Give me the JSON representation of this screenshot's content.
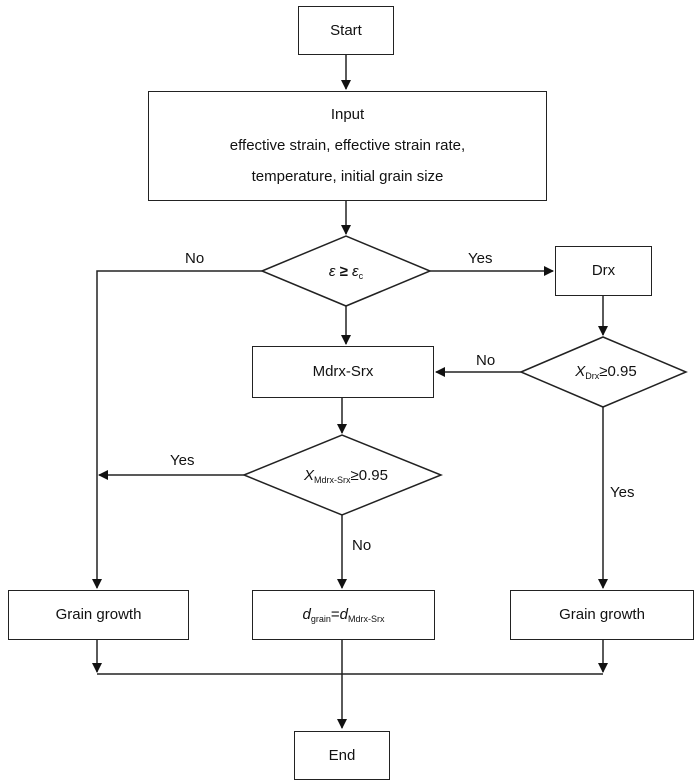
{
  "nodes": {
    "start": "Start",
    "input": {
      "title": "Input",
      "line1": "effective strain, effective strain rate,",
      "line2": "temperature, initial grain size"
    },
    "decision_strain": {
      "lhs": "ε",
      "op": "≥",
      "rhs": "ε",
      "rhs_sub": "c"
    },
    "drx": "Drx",
    "decision_drx": {
      "var": "X",
      "sub": "Drx",
      "cond": "≥0.95"
    },
    "mdrx_srx": "Mdrx-Srx",
    "decision_mdrx": {
      "var": "X",
      "sub": "Mdrx-Srx",
      "cond": "≥0.95"
    },
    "grain_growth_left": "Grain growth",
    "dgrain": {
      "lhs": "d",
      "lhs_sub": "grain",
      "eq": "=",
      "rhs": "d",
      "rhs_sub": "Mdrx-Srx"
    },
    "grain_growth_right": "Grain growth",
    "end": "End"
  },
  "edge_labels": {
    "strain_no": "No",
    "strain_yes": "Yes",
    "drx_no": "No",
    "drx_yes": "Yes",
    "mdrx_yes": "Yes",
    "mdrx_no": "No"
  }
}
